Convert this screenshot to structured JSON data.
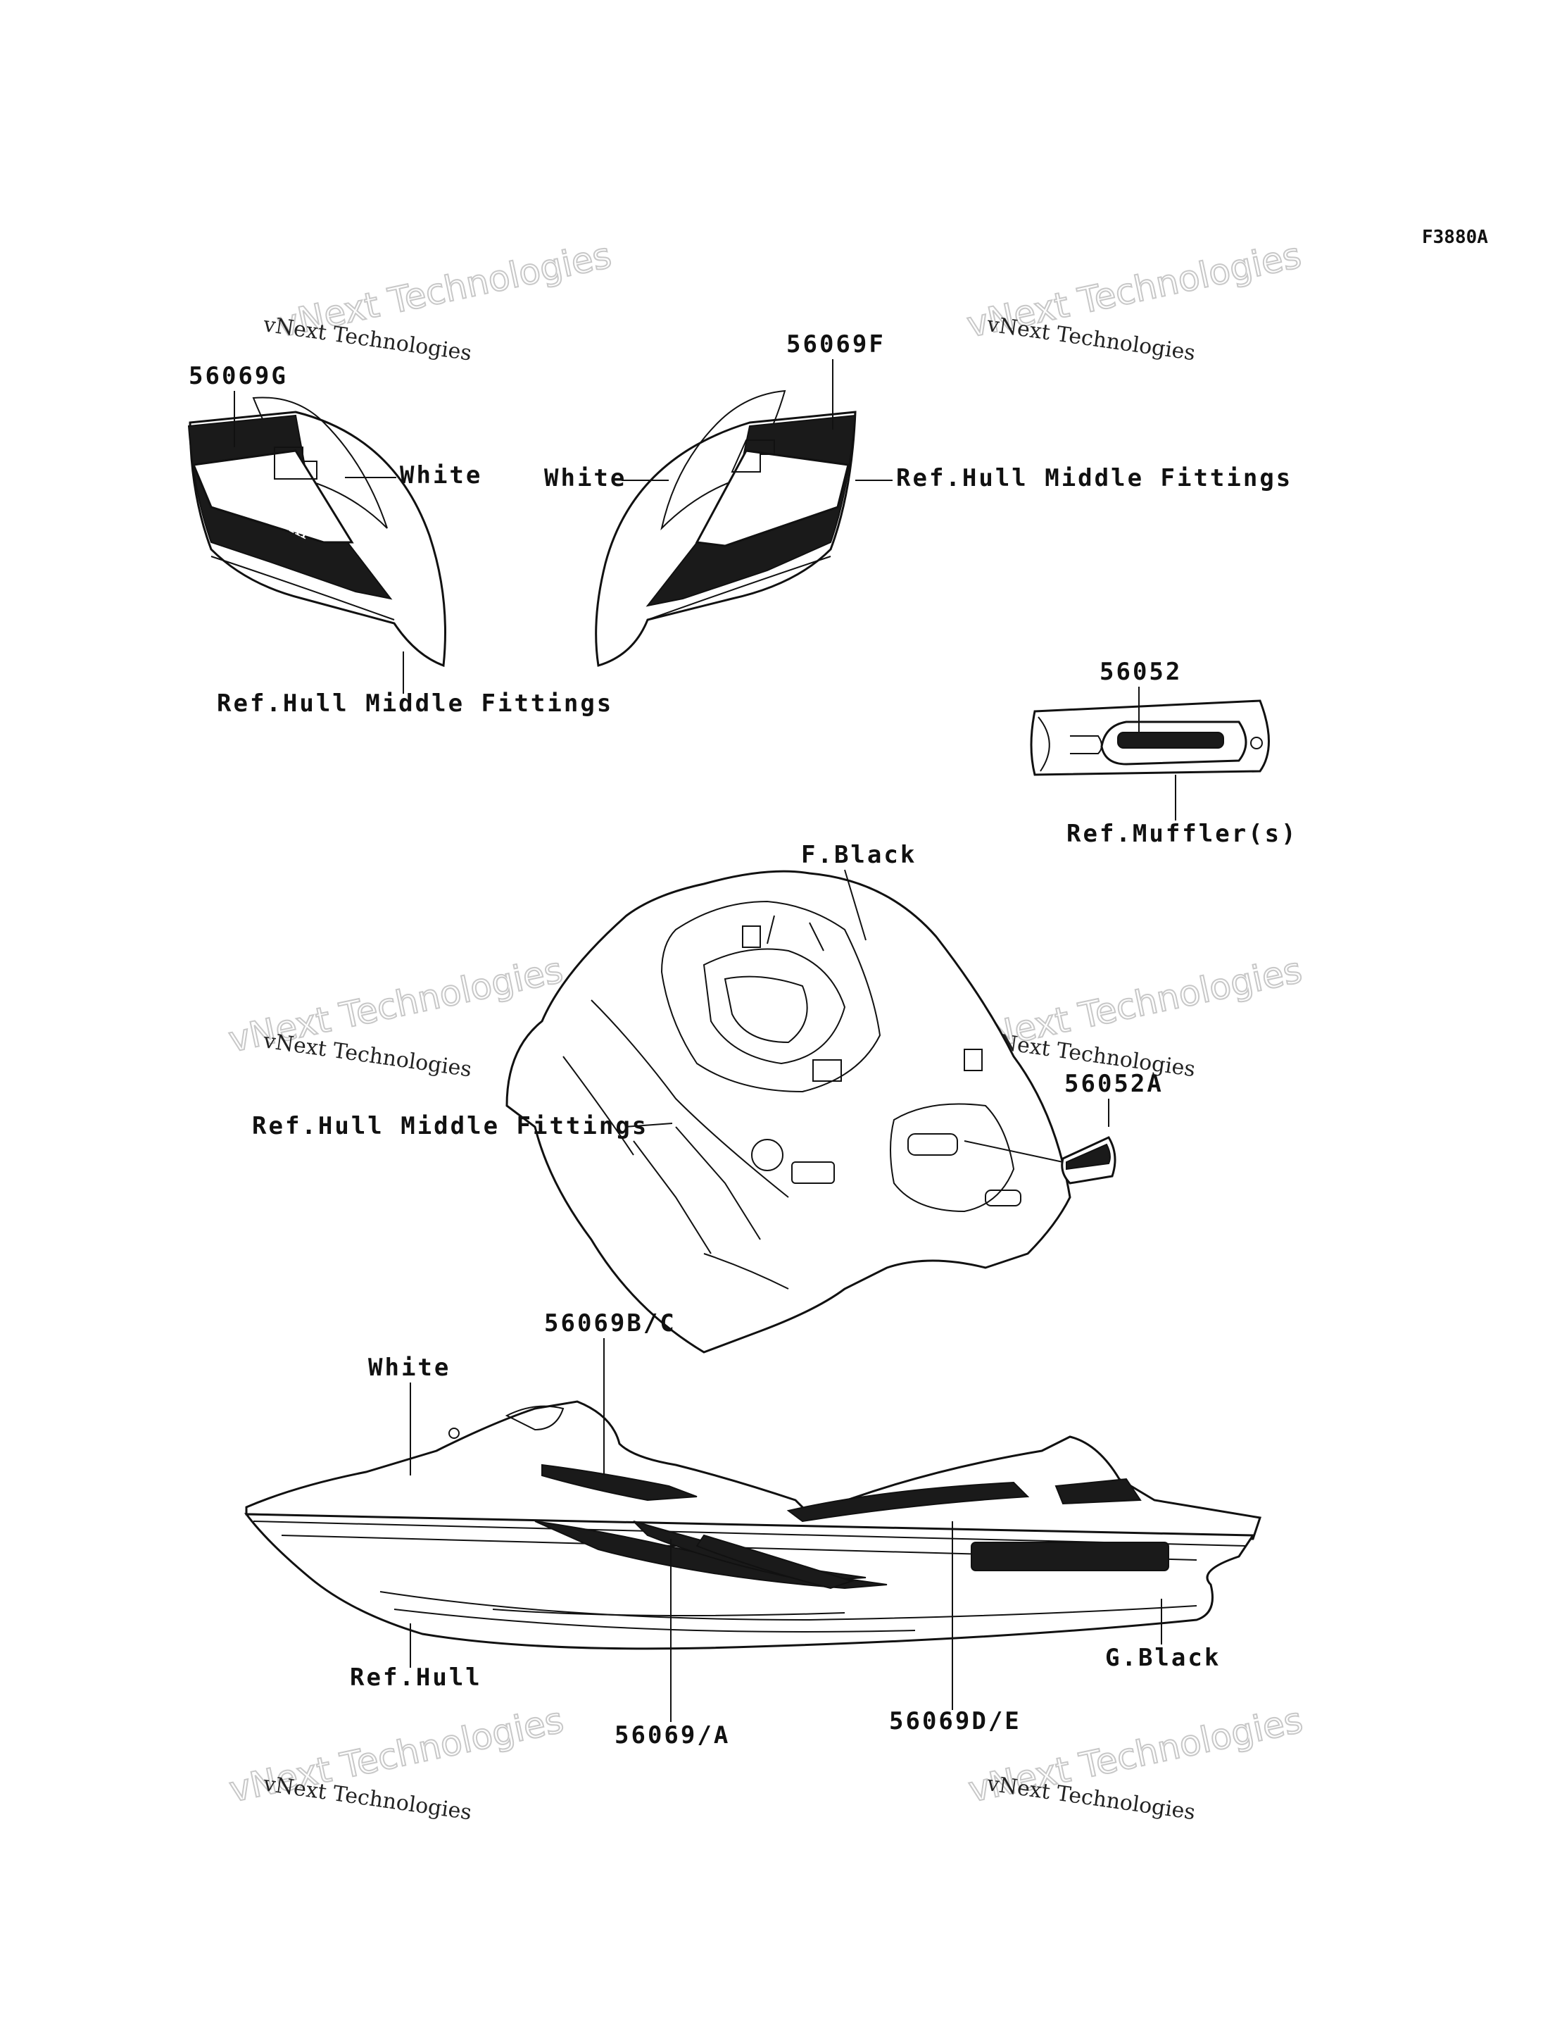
{
  "figure_code": "F3880A",
  "watermark": {
    "line1": "vNext Technologies",
    "line2": "vNext Technologies"
  },
  "labels": {
    "p56069G": "56069G",
    "white_left": "White",
    "ref_hull_middle_left": "Ref.Hull Middle Fittings",
    "p56069F": "56069F",
    "white_right": "White",
    "ref_hull_middle_right": "Ref.Hull Middle Fittings",
    "p56052": "56052",
    "ref_muffler": "Ref.Muffler(s)",
    "f_black": "F.Black",
    "ref_hull_middle_center": "Ref.Hull Middle Fittings",
    "p56052A": "56052A",
    "p56069BC": "56069B/C",
    "white_hull": "White",
    "ref_hull": "Ref.Hull",
    "g_black": "G.Black",
    "p56069A": "56069/A",
    "p56069DE": "56069D/E"
  },
  "decal_text": {
    "brand": "Kawasaki"
  }
}
